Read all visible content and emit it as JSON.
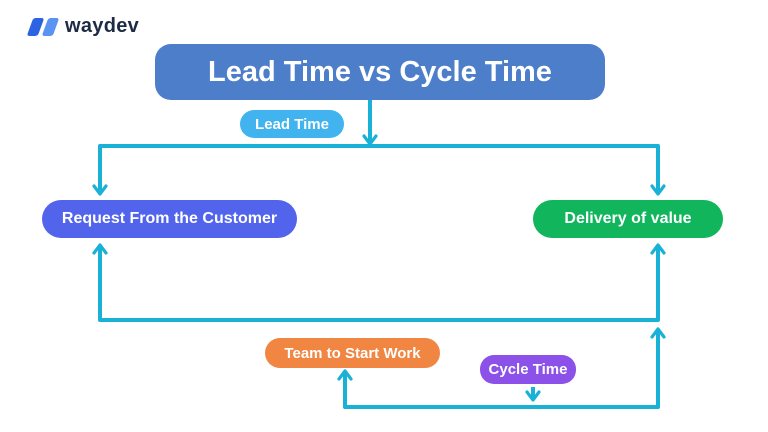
{
  "brand": {
    "name": "waydev"
  },
  "title": {
    "label": "Lead Time vs Cycle Time"
  },
  "labels": {
    "lead_time": "Lead Time",
    "cycle_time": "Cycle Time"
  },
  "nodes": {
    "request": "Request From the Customer",
    "delivery": "Delivery of value",
    "team": "Team to Start Work"
  },
  "edges": [
    {
      "from": "title",
      "to": "lead-time-rail",
      "arrow": "down"
    },
    {
      "from": "lead-time-rail",
      "to": "request",
      "arrow": "down"
    },
    {
      "from": "lead-time-rail",
      "to": "delivery",
      "arrow": "down"
    },
    {
      "from": "feedback-rail",
      "to": "request",
      "arrow": "up"
    },
    {
      "from": "feedback-rail",
      "to": "delivery",
      "arrow": "up"
    },
    {
      "from": "cycle-time",
      "to": "cycle-rail",
      "arrow": "down"
    },
    {
      "from": "cycle-rail",
      "to": "team",
      "arrow": "up"
    },
    {
      "from": "cycle-rail",
      "to": "feedback-rail",
      "arrow": "up"
    }
  ],
  "colors": {
    "background": "#ffffff",
    "title_bg": "#4d7ec9",
    "lead_time_bg": "#41b4f0",
    "cycle_time_bg": "#8b51e9",
    "request_bg": "#5164eb",
    "delivery_bg": "#10b55c",
    "team_bg": "#f08642",
    "connector": "#19b2d6",
    "logo_dark": "#2b63e3",
    "logo_light": "#5b93f2",
    "brand_text": "#1d2b45"
  }
}
